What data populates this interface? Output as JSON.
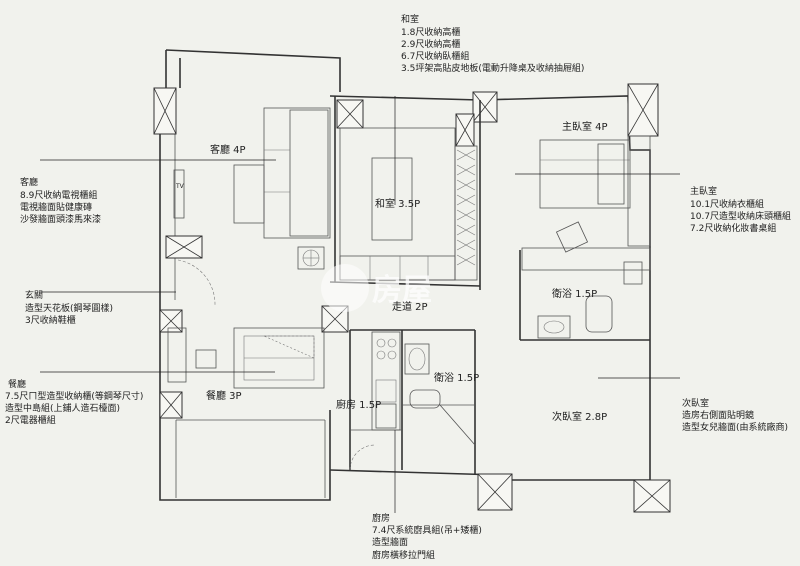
{
  "rooms": {
    "living": "客廳 4P",
    "tv": "TV",
    "washitsu": "和室 3.5P",
    "master": "主臥室 4P",
    "bath_master": "衛浴 1.5P",
    "corridor": "走道 2P",
    "bath_common": "衛浴 1.5P",
    "dining": "餐廳 3P",
    "kitchen": "廚房 1.5P",
    "second": "次臥室 2.8P"
  },
  "notes": {
    "washitsu": [
      "和室",
      "1.8尺收納高櫃",
      "2.9尺收納高櫃",
      "6.7尺收納臥櫃組",
      "3.5坪架高貼皮地板(電動升降桌及收納抽屜組)"
    ],
    "living": [
      "客廳",
      "8.9尺收納電視櫃組",
      "電視牆面貼健康磚",
      "沙發牆面頭漆馬來漆"
    ],
    "entrance": [
      "玄關",
      "造型天花板(鋼琴圓樣)",
      "3尺收納鞋櫃"
    ],
    "dining": [
      "餐廳",
      "7.5尺ㄇ型造型收納櫃(等鋼琴尺寸)",
      "造型中島組(上鋪人造石檯面)",
      "2尺電器櫃組"
    ],
    "master": [
      "主臥室",
      "10.1尺收納衣櫃組",
      "10.7尺造型收納床頭櫃組",
      "7.2尺收納化妝書桌組"
    ],
    "second": [
      "次臥室",
      "造房右側面貼明鏡",
      "造型女兒牆面(由系統廠商)"
    ],
    "kitchen": [
      "廚房",
      "7.4尺系統廚具組(吊+矮櫃)",
      "造型牆面",
      "廚房橫移拉門組"
    ]
  },
  "watermark": "房屋"
}
